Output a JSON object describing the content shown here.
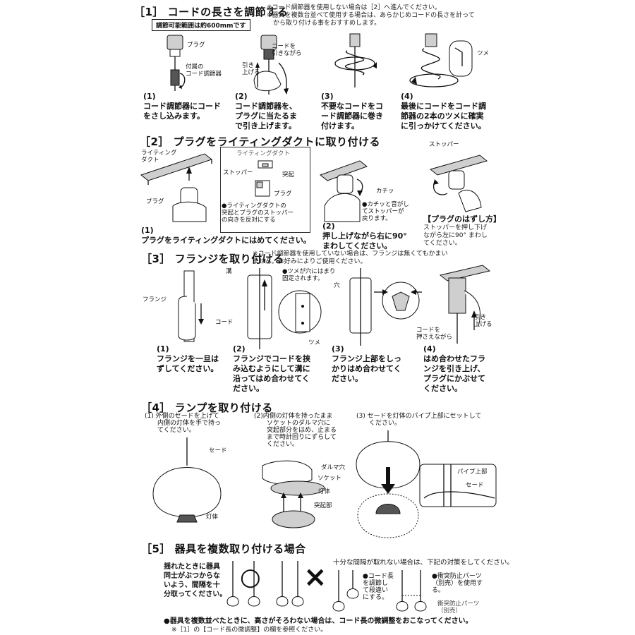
{
  "s1": {
    "title": "［1］ コードの長さを調節する",
    "note": "※コード調節器を使用しない場合は［2］へ進んでください。\n※器具を複数台並べて使用する場合は、あらかじめコードの長さを計って\n　から取り付ける事をおすすめします。",
    "range": "調節可能範囲は約600mmです",
    "labels": {
      "plug": "プラグ",
      "adjuster": "付属の\nコード調節器",
      "pull": "引き\n上げる",
      "pulling": "コードを\n引きながら",
      "claw": "ツメ"
    },
    "steps": [
      "(1)\nコード調節器にコード\nをさし込みます。",
      "(2)\nコード調節器を、\nプラグに当たるま\nで引き上げます。",
      "(3)\n不要なコードをコ\nード調節器に巻き\n付けます。",
      "(4)\n最後にコードをコード調\n節器の2本のツメに確実\nに引っかけてください。"
    ]
  },
  "s2": {
    "title": "［2］ プラグをライティングダクトに取り付ける",
    "labels": {
      "duct": "ライティング\nダクト",
      "plug": "プラグ",
      "box_duct": "ライティングダクト",
      "box_stopper": "ストッパー",
      "box_protrusion": "突起",
      "box_plug": "プラグ",
      "click": "カチッ",
      "stopper": "ストッパー"
    },
    "box_note": "●ライティングダクトの\n突起とプラグのストッパー\nの向きを反対にする",
    "click_note": "●カチッと音がし\nてストッパーが\n戻ります。",
    "step1": "(1)\nプラグをライティングダクトにはめてください。",
    "step2": "(2)\n押し上げながら右に90°\nまわしてください。",
    "remove_title": "【プラグのはずし方】",
    "remove_text": "ストッパーを押し下げ\nながら左に90° まわし\nてください。"
  },
  "s3": {
    "title": "［3］ フランジを取り付ける",
    "note": "※コード調節器を使用していない場合は、フランジは無くてもかまい\nません。お好みによりご使用ください。",
    "labels": {
      "flange": "フランジ",
      "groove": "溝",
      "cord": "コード",
      "claw": "ツメ",
      "hole": "穴",
      "pull": "引き\n上げる",
      "holding": "コードを\n押さえながら"
    },
    "claw_note": "●ツメが穴にはまり\n固定されます。",
    "steps": [
      "(1)\nフランジを一旦は\nずしてください。",
      "(2)\nフランジでコードを挟\nみ込むようにして溝に\n沿ってはめ合わせてく\nださい。",
      "(3)\nフランジ上部をしっ\nかりはめ合わせてく\nださい。",
      "(4)\nはめ合わせたフラ\nンジを引き上げ、\nプラグにかぶせて\nください。"
    ]
  },
  "s4": {
    "title": "［4］ ランプを取り付ける",
    "steps": [
      "(1) 外側のセードを上げて\n　　内側の灯体を手で持っ\n　　てください。",
      "(2)内側の灯体を持ったまま\n　　ソケットのダルマ穴に\n　　突起部分をはめ、止まる\n　　まで時計回りにずらして\n　　ください。",
      "(3) セードを灯体のパイプ上部にセットして\n　　ください。"
    ],
    "labels": {
      "shade": "セード",
      "body": "灯体",
      "daruma": "ダルマ穴",
      "socket": "ソケット",
      "body2": "灯体",
      "protrusion": "突起部",
      "pipe": "パイプ上部",
      "shade2": "セード"
    }
  },
  "s5": {
    "title": "［5］ 器具を複数取り付ける場合",
    "left_text": "揺れたときに器具\n同士がぶつからな\nいよう、間隔を十\n分取ってください。",
    "ok": "○",
    "ng": "×",
    "right_title": "十分な間隔が取れない場合は、下記の対策をしてください。",
    "opt1": "●コード長\nを調節し\nて段違い\nにする。",
    "opt2": "●衝突防止パーツ\n（別売）を使用す\nる。",
    "part_label": "衝突防止パーツ\n（別売）",
    "footer1": "●器具を複数並べたときに、高さがそろわない場合は、コード長の微調整をおこなってください。",
    "footer2": "※［1］の【コード長の微調整】の欄を参照ください。"
  }
}
